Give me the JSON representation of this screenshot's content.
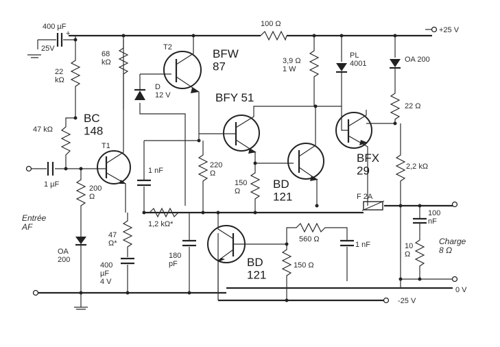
{
  "rails": {
    "plus": "+25 V",
    "minus": "-25 V",
    "zero": "0 V"
  },
  "input": {
    "cap_val": "400 µF",
    "cap_plus": "+",
    "cap_v": "25V",
    "r22": "22\nkΩ",
    "r47": "47 kΩ",
    "c1": "1 µF",
    "label": "Entrée\nAF"
  },
  "t1": {
    "name": "BC\n148",
    "tag": "T1"
  },
  "t2": {
    "name": "BFW\n87",
    "tag": "T2"
  },
  "bfy": {
    "name": "BFY 51"
  },
  "bd1": {
    "name": "BD\n121"
  },
  "bd2": {
    "name": "BD\n121"
  },
  "bfx": {
    "name": "BFX\n29"
  },
  "parts": {
    "r68": "68\nkΩ",
    "dz": "D\n12 V",
    "c1n_a": "1 nF",
    "r200": "200\nΩ",
    "oa_left": "OA\n200",
    "r47s": "47\nΩ*",
    "c400": "400\nµF\n4 V",
    "r1k2": "1,2 kΩ*",
    "c180": "180\npF",
    "r220": "220\nΩ",
    "r150a": "150\nΩ",
    "r100": "100 Ω",
    "r39": "3,9 Ω\n1 W",
    "pl": "PL\n4001",
    "oa_right": "OA 200",
    "r22o": "22 Ω",
    "r2k2": "2,2 kΩ",
    "fuse": "F   2A",
    "c100n": "100\nnF",
    "r10": "10\nΩ",
    "load": "Charge\n8 Ω",
    "r560": "560 Ω",
    "c1n_b": "1 nF",
    "r150b": "150 Ω"
  }
}
